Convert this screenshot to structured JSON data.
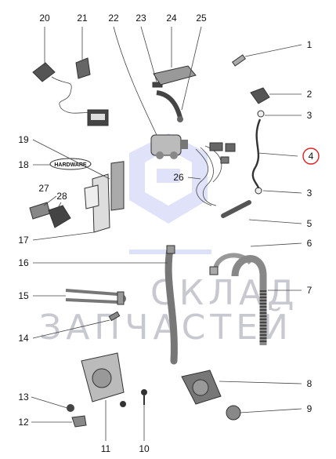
{
  "labels": {
    "n1": "1",
    "n2": "2",
    "n3a": "3",
    "n3b": "3",
    "n4": "4",
    "n5": "5",
    "n6": "6",
    "n7": "7",
    "n8": "8",
    "n9": "9",
    "n10": "10",
    "n11": "11",
    "n12": "12",
    "n13": "13",
    "n14": "14",
    "n15": "15",
    "n16": "16",
    "n17": "17",
    "n18": "18",
    "n19": "19",
    "n20": "20",
    "n21": "21",
    "n22": "22",
    "n23": "23",
    "n24": "24",
    "n25": "25",
    "n26": "26",
    "n27": "27",
    "n28": "28"
  },
  "hardware_tag": "HARDWARE",
  "watermark": {
    "line1": "СКЛАД",
    "line2": "ЗАПЧАСТЕЙ"
  },
  "colors": {
    "highlight": "#e02020",
    "logo": "#a8b4f0",
    "watermark": "#c8c8d0"
  }
}
